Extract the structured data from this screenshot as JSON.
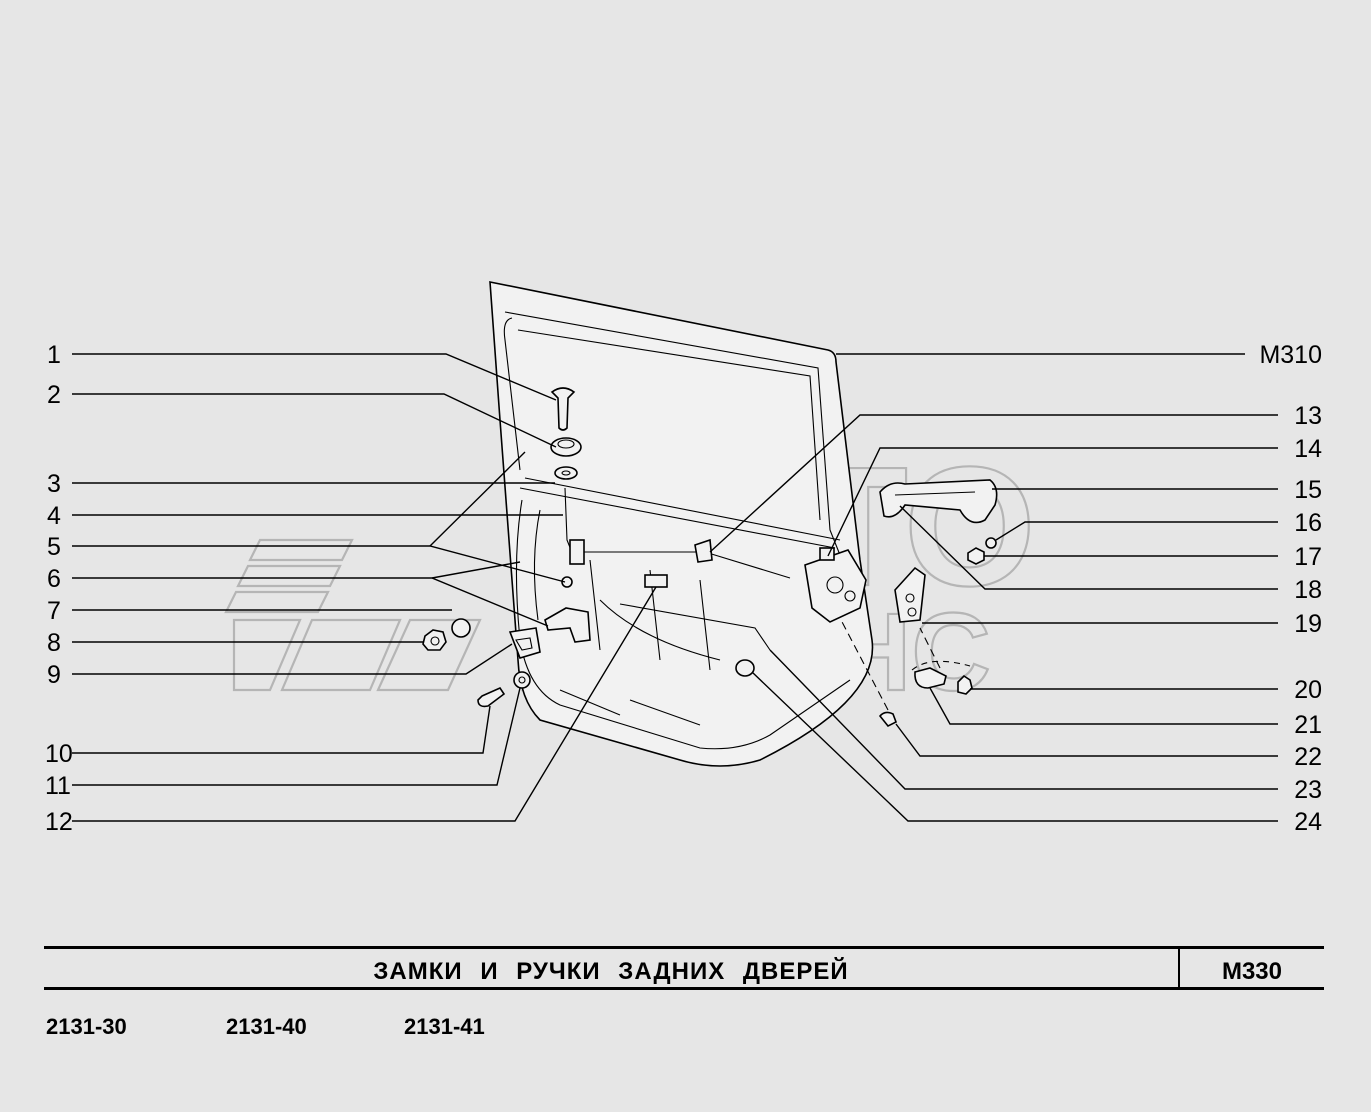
{
  "title": "ЗАМКИ И РУЧКИ ЗАДНИХ ДВЕРЕЙ",
  "code": "М330",
  "models": [
    "2131-30",
    "2131-40",
    "2131-41"
  ],
  "watermark": [
    "АВТО",
    "АЛЬЯНС"
  ],
  "labels_left": [
    "1",
    "2",
    "3",
    "4",
    "5",
    "6",
    "7",
    "8",
    "9",
    "10",
    "11",
    "12"
  ],
  "labels_right": [
    "М310",
    "13",
    "14",
    "15",
    "16",
    "17",
    "18",
    "19",
    "20",
    "21",
    "22",
    "23",
    "24"
  ]
}
